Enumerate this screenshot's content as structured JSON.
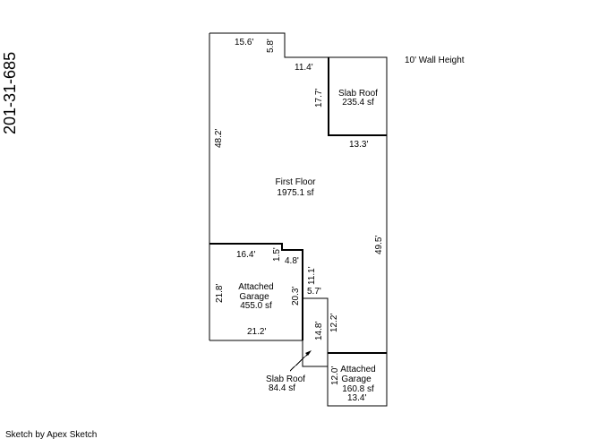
{
  "parcel_id": "201-31-685",
  "wall_height": "10' Wall Height",
  "footer": "Sketch by Apex Sketch",
  "areas": {
    "first_floor": {
      "name": "First Floor",
      "area": "1975.1 sf"
    },
    "slab_roof_top": {
      "name": "Slab Roof",
      "area": "235.4 sf"
    },
    "attached_garage_left": {
      "name_line1": "Attached",
      "name_line2": "Garage",
      "area": "455.0 sf"
    },
    "slab_roof_bottom": {
      "name": "Slab Roof",
      "area": "84.4 sf"
    },
    "attached_garage_bottom": {
      "name_line1": "Attached",
      "name_line2": "Garage",
      "area": "160.8 sf"
    }
  },
  "dimensions": {
    "top_left": "15.6'",
    "top_notch": "5.8'",
    "top_right": "11.4'",
    "slab_height": "17.7'",
    "slab_bottom": "13.3'",
    "left_side": "48.2'",
    "right_side": "49.5'",
    "garage_top": "16.4'",
    "garage_notch": "1.5'",
    "garage_step": "4.8'",
    "garage_left": "21.8'",
    "garage_right": "20.3'",
    "garage_bottom": "21.2'",
    "inner_vertical": "11.1'",
    "inner_step": "5.7'",
    "lower_right": "12.2'",
    "lower_left": "14.8'",
    "bottom_garage_left": "12.0'",
    "bottom_garage_bottom": "13.4'"
  }
}
